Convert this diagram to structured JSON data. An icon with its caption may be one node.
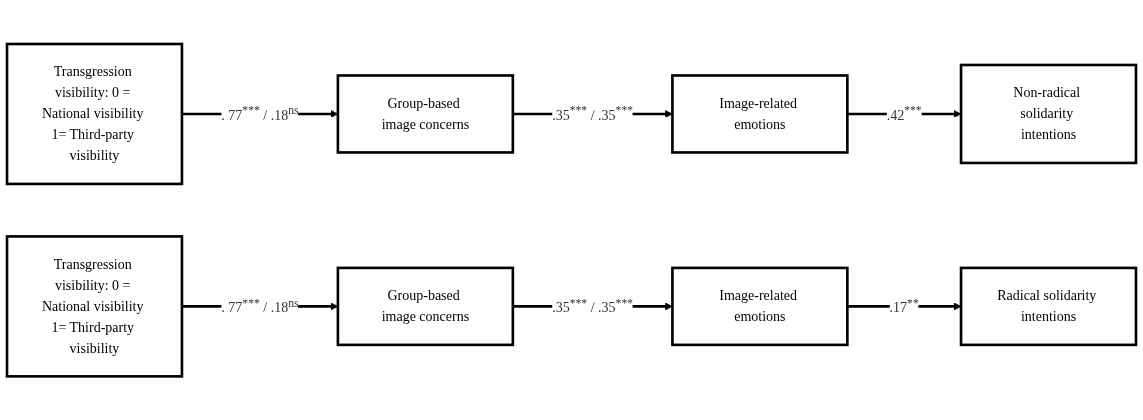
{
  "diagram": {
    "nodes": [
      {
        "text": [
          "Transgression visibility: 0 = National visibility 1= Third-party visibility"
        ]
      },
      {
        "text": [
          "Group-based image concerns"
        ]
      },
      {
        "text": [
          "Image-related emotions"
        ]
      },
      {
        "text": [
          "Non-radical solidarity intentions"
        ]
      },
      {
        "text": [
          "Transgression visibility: 0 = National visibility 1= Third-party visibility"
        ]
      },
      {
        "text": [
          "Group-based image concerns"
        ]
      },
      {
        "text": [
          "Image-related emotions"
        ]
      },
      {
        "text": [
          "Radical solidarity intentions"
        ]
      }
    ],
    "edges": [
      {
        "from": 0,
        "to": 1,
        "arrow": "to",
        "label": ". 77$^{***}$ / .18$^{ns}$"
      },
      {
        "from": 1,
        "to": 2,
        "arrow": "to",
        "label": ".35$^{***}$ / .35$^{***}$"
      },
      {
        "from": 2,
        "to": 3,
        "arrow": "to",
        "label": ".42$^{***}$"
      },
      {
        "from": 4,
        "to": 5,
        "arrow": "to",
        "label": ". 77$^{***}$ / .18$^{ns}$"
      },
      {
        "from": 5,
        "to": 6,
        "arrow": "to",
        "label": ".35$^{***}$ / .35$^{***}$"
      },
      {
        "from": 6,
        "to": 7,
        "arrow": "to",
        "label": ".17$^{**}$"
      }
    ]
  }
}
